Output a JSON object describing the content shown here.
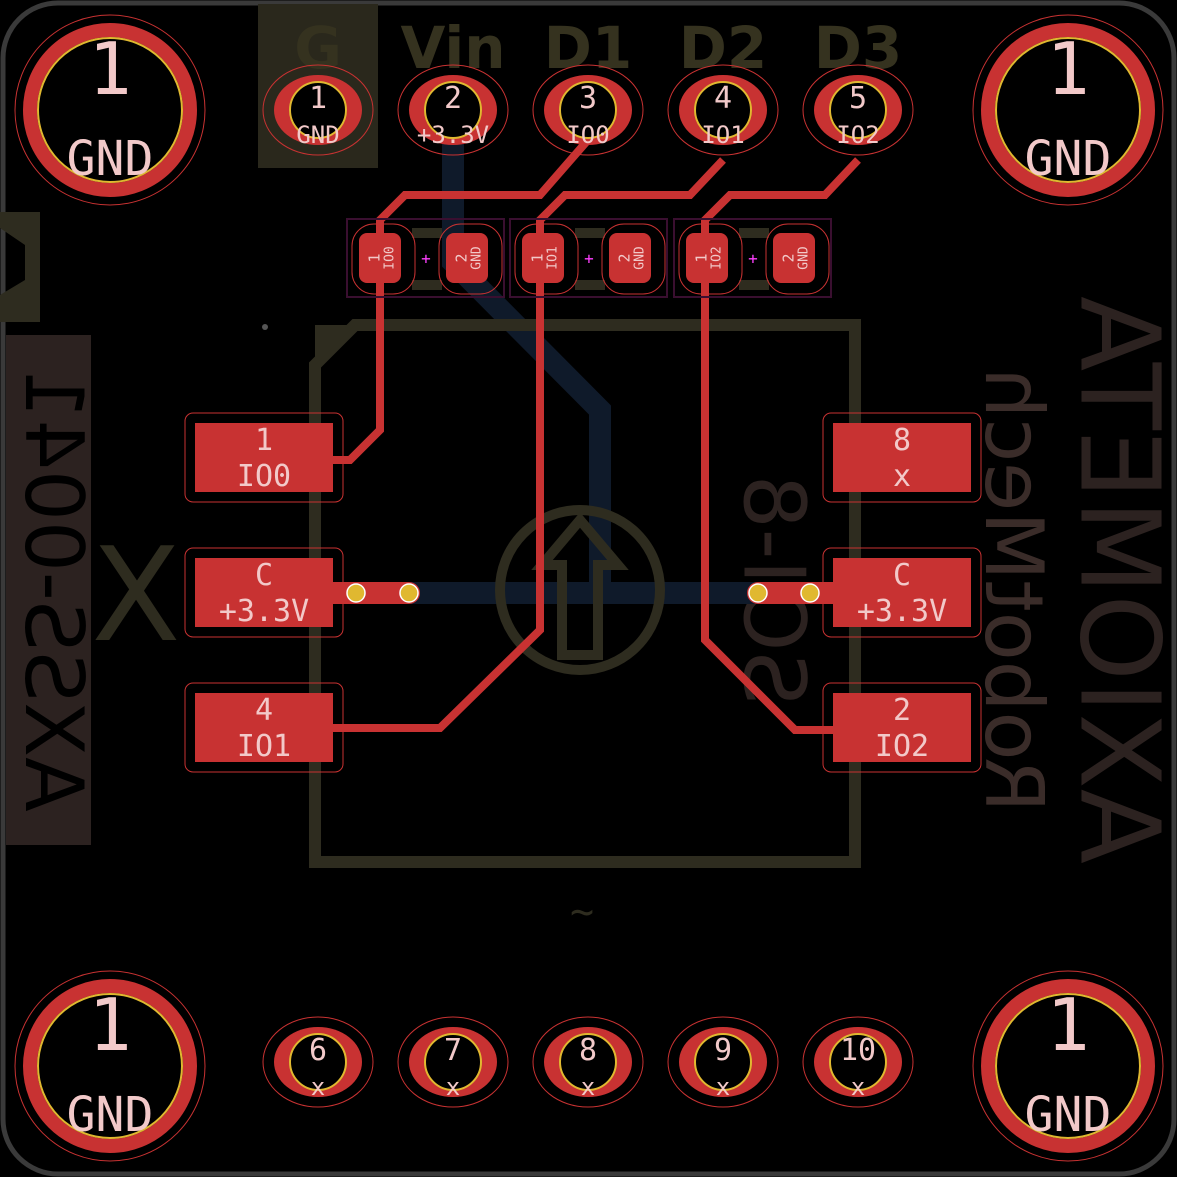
{
  "colors": {
    "board": "#000000",
    "edge": "#3a3a3a",
    "copper": "#c83232",
    "via": "#e0b830",
    "silk": "#35321f",
    "back_copper": "#0f1a2a",
    "back_silk": "#2c2220",
    "courtyard": "#3a0f30"
  },
  "mounting_holes": [
    {
      "num": "1",
      "net": "GND"
    },
    {
      "num": "1",
      "net": "GND"
    },
    {
      "num": "1",
      "net": "GND"
    },
    {
      "num": "1",
      "net": "GND"
    }
  ],
  "header_labels": [
    "G",
    "Vin",
    "D1",
    "D2",
    "D3"
  ],
  "top_pins": [
    {
      "num": "1",
      "net": "GND"
    },
    {
      "num": "2",
      "net": "+3.3V"
    },
    {
      "num": "3",
      "net": "IO0"
    },
    {
      "num": "4",
      "net": "IO1"
    },
    {
      "num": "5",
      "net": "IO2"
    }
  ],
  "bottom_pins": [
    {
      "num": "6",
      "net": "x"
    },
    {
      "num": "7",
      "net": "x"
    },
    {
      "num": "8",
      "net": "x"
    },
    {
      "num": "9",
      "net": "x"
    },
    {
      "num": "10",
      "net": "x"
    }
  ],
  "small_parts": [
    {
      "p1": "1",
      "n1": "IO0",
      "p2": "2",
      "n2": "GND"
    },
    {
      "p1": "1",
      "n1": "IO1",
      "p2": "2",
      "n2": "GND"
    },
    {
      "p1": "1",
      "n1": "IO2",
      "p2": "2",
      "n2": "GND"
    }
  ],
  "ic_left_pads": [
    {
      "num": "1",
      "net": "IO0"
    },
    {
      "num": "C",
      "net": "+3.3V"
    },
    {
      "num": "4",
      "net": "IO1"
    }
  ],
  "ic_right_pads": [
    {
      "num": "8",
      "net": "x"
    },
    {
      "num": "C",
      "net": "+3.3V"
    },
    {
      "num": "2",
      "net": "IO2"
    }
  ],
  "back_silkscreen": {
    "part_number": "AXSS-0041",
    "package": "SOI-8",
    "brand": "AXIOMETA",
    "maker": "RobotMech"
  },
  "misc_mark": "~"
}
